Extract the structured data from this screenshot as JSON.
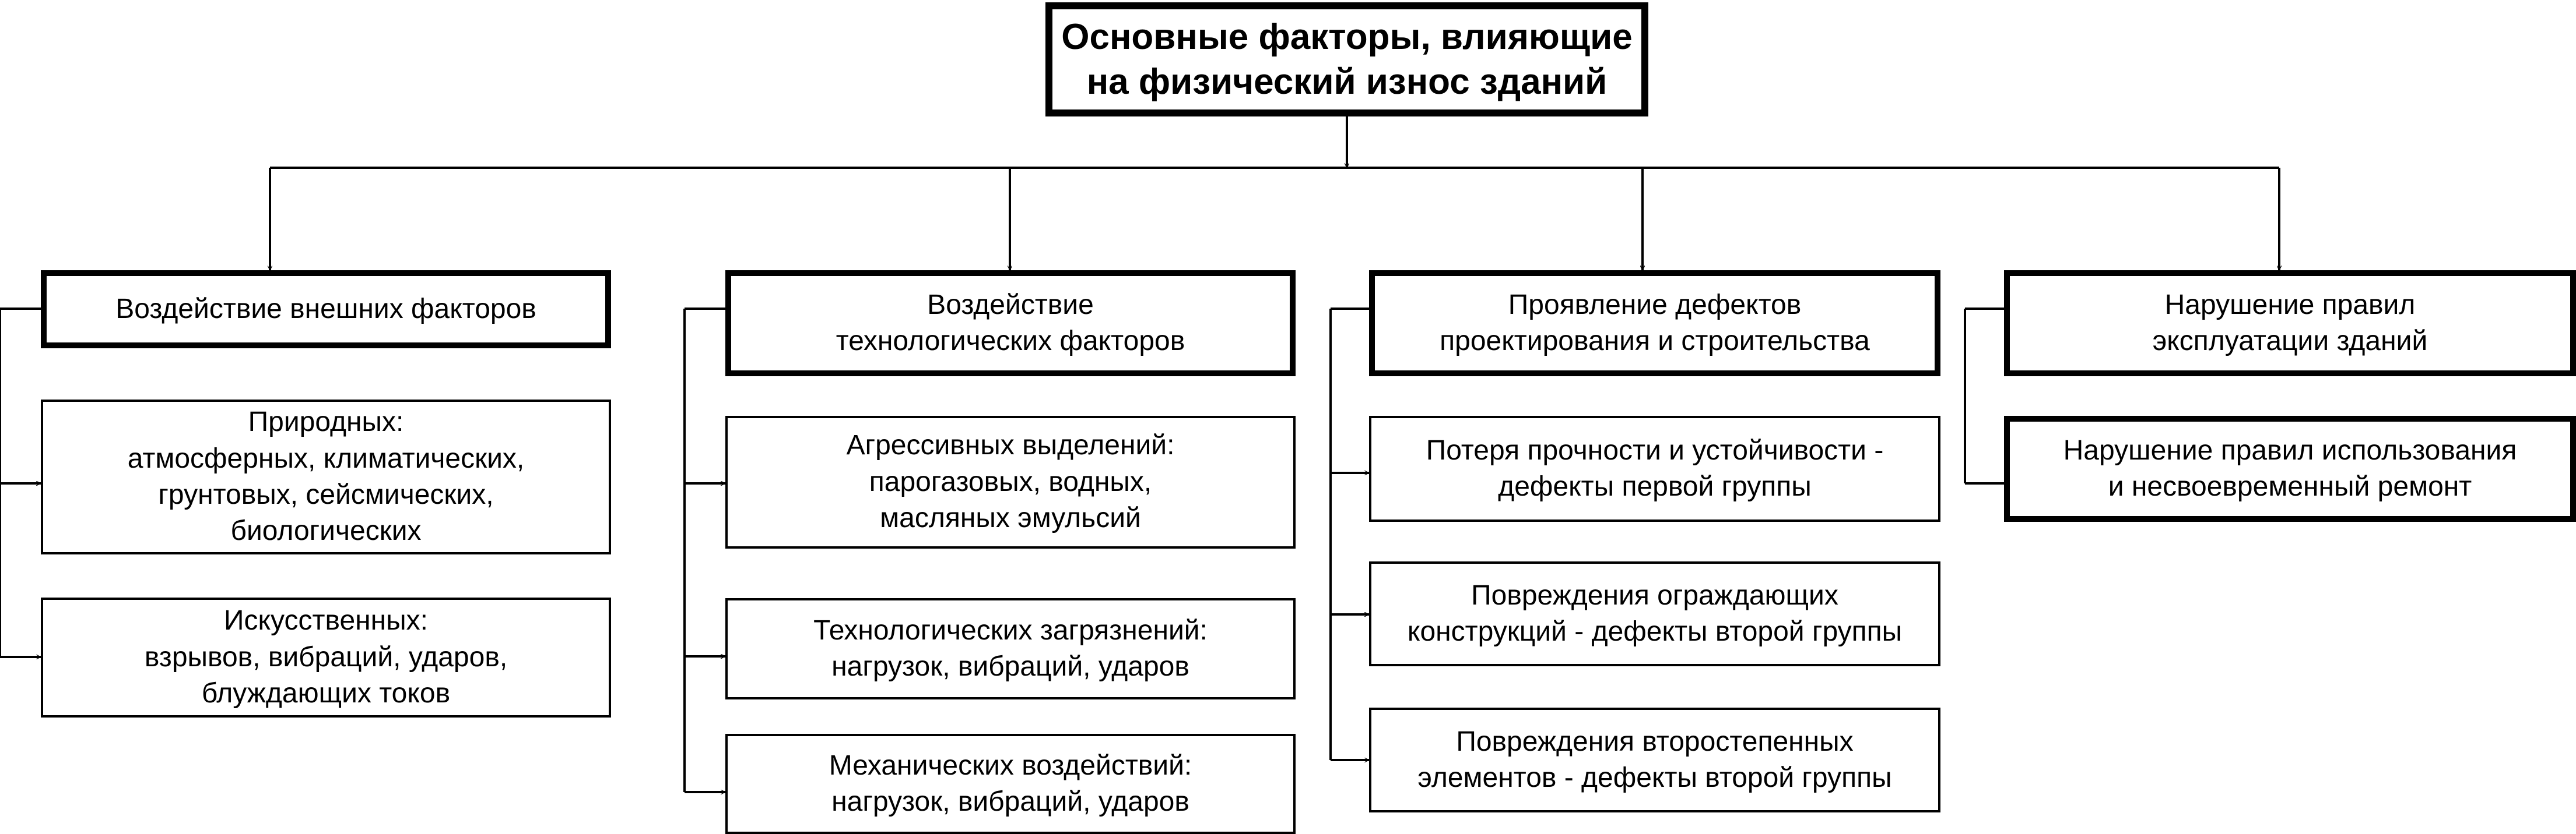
{
  "title": "Основные факторы, влияющие\nна физический износ зданий",
  "groups": [
    {
      "label": "Воздействие внешних факторов",
      "items": [
        "Природных:\nатмосферных, климатических,\nгрунтовых, сейсмических,\nбиологических",
        "Искусственных:\nвзрывов, вибраций, ударов,\nблуждающих токов"
      ]
    },
    {
      "label": "Воздействие\nтехнологических факторов",
      "items": [
        "Агрессивных выделений:\nпарогазовых, водных,\nмасляных эмульсий",
        "Технологических загрязнений:\nнагрузок, вибраций, ударов",
        "Механических воздействий:\nнагрузок, вибраций, ударов"
      ]
    },
    {
      "label": "Проявление дефектов\nпроектирования и строительства",
      "items": [
        "Потеря прочности и устойчивости -\nдефекты первой группы",
        "Повреждения ограждающих\nконструкций - дефекты второй группы",
        "Повреждения второстепенных\nэлементов - дефекты второй группы"
      ]
    },
    {
      "label": "Нарушение правил\nэксплуатации зданий",
      "items": [
        "Нарушение правил использования\nи несвоевременный ремонт"
      ]
    }
  ]
}
